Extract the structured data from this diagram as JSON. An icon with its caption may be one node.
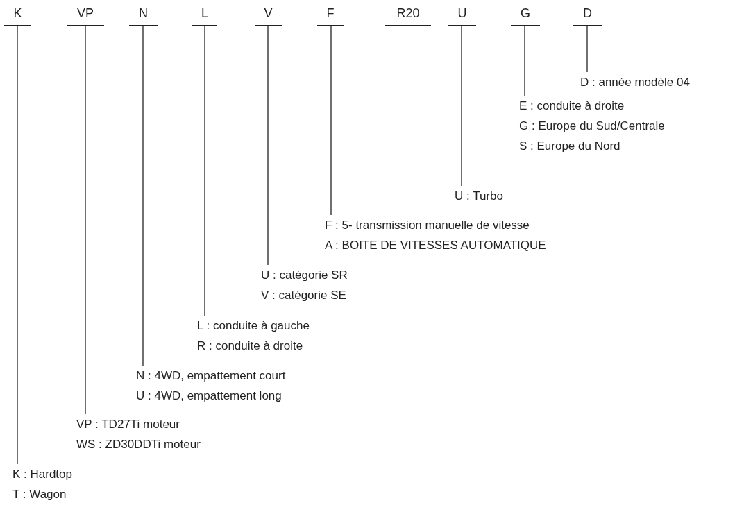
{
  "diagram": {
    "nodes": [
      {
        "text": [
          "K"
        ]
      },
      {
        "text": [
          "VP"
        ]
      },
      {
        "text": [
          "N"
        ]
      },
      {
        "text": [
          "L"
        ]
      },
      {
        "text": [
          "V"
        ]
      },
      {
        "text": [
          "F"
        ]
      },
      {
        "text": [
          "R20"
        ]
      },
      {
        "text": [
          "U"
        ]
      },
      {
        "text": [
          "G"
        ]
      },
      {
        "text": [
          "D"
        ]
      },
      {
        "text": [
          "D : année modèle 04"
        ]
      },
      {
        "text": [
          "E : conduite à droite",
          "G : Europe du Sud/Centrale",
          "S : Europe du Nord"
        ]
      },
      {
        "text": [
          "U : Turbo"
        ]
      },
      {
        "text": [
          "F : 5- transmission manuelle de vitesse",
          "A : BOITE DE VITESSES AUTOMATIQUE"
        ]
      },
      {
        "text": [
          "U : catégorie SR",
          "V : catégorie SE"
        ]
      },
      {
        "text": [
          "L : conduite à gauche",
          "R : conduite à droite"
        ]
      },
      {
        "text": [
          "N : 4WD, empattement court",
          "U : 4WD, empattement long"
        ]
      },
      {
        "text": [
          "VP : TD27Ti moteur",
          "WS : ZD30DDTi moteur"
        ]
      },
      {
        "text": [
          "K : Hardtop",
          "T : Wagon"
        ]
      }
    ],
    "edges": [
      {
        "from": 9,
        "to": 10,
        "arrow": "none"
      },
      {
        "from": 8,
        "to": 11,
        "arrow": "none"
      },
      {
        "from": 7,
        "to": 12,
        "arrow": "none"
      },
      {
        "from": 5,
        "to": 13,
        "arrow": "none"
      },
      {
        "from": 4,
        "to": 14,
        "arrow": "none"
      },
      {
        "from": 3,
        "to": 15,
        "arrow": "none"
      },
      {
        "from": 2,
        "to": 16,
        "arrow": "none"
      },
      {
        "from": 1,
        "to": 17,
        "arrow": "none"
      },
      {
        "from": 0,
        "to": 18,
        "arrow": "none"
      }
    ]
  }
}
